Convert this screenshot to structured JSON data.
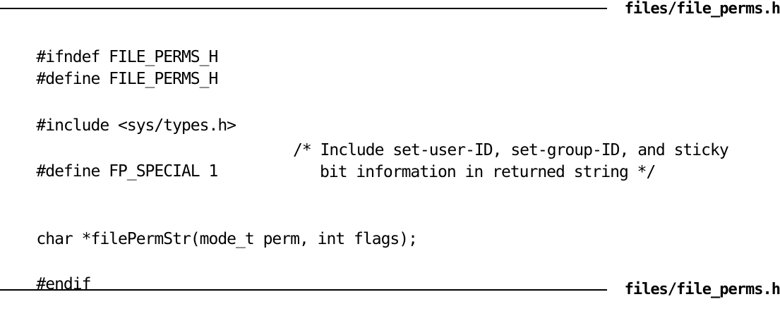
{
  "header": {
    "file_label": "files/file_perms.h"
  },
  "footer": {
    "file_label": "files/file_perms.h"
  },
  "code": {
    "lines": [
      "#ifndef FILE_PERMS_H",
      "#define FILE_PERMS_H",
      "#include <sys/types.h>",
      "#define FP_SPECIAL 1",
      "char *filePermStr(mode_t perm, int flags);",
      "#endif"
    ],
    "comment_line1": "/* Include set-user-ID, set-group-ID, and sticky",
    "comment_line2": "bit information in returned string */"
  }
}
